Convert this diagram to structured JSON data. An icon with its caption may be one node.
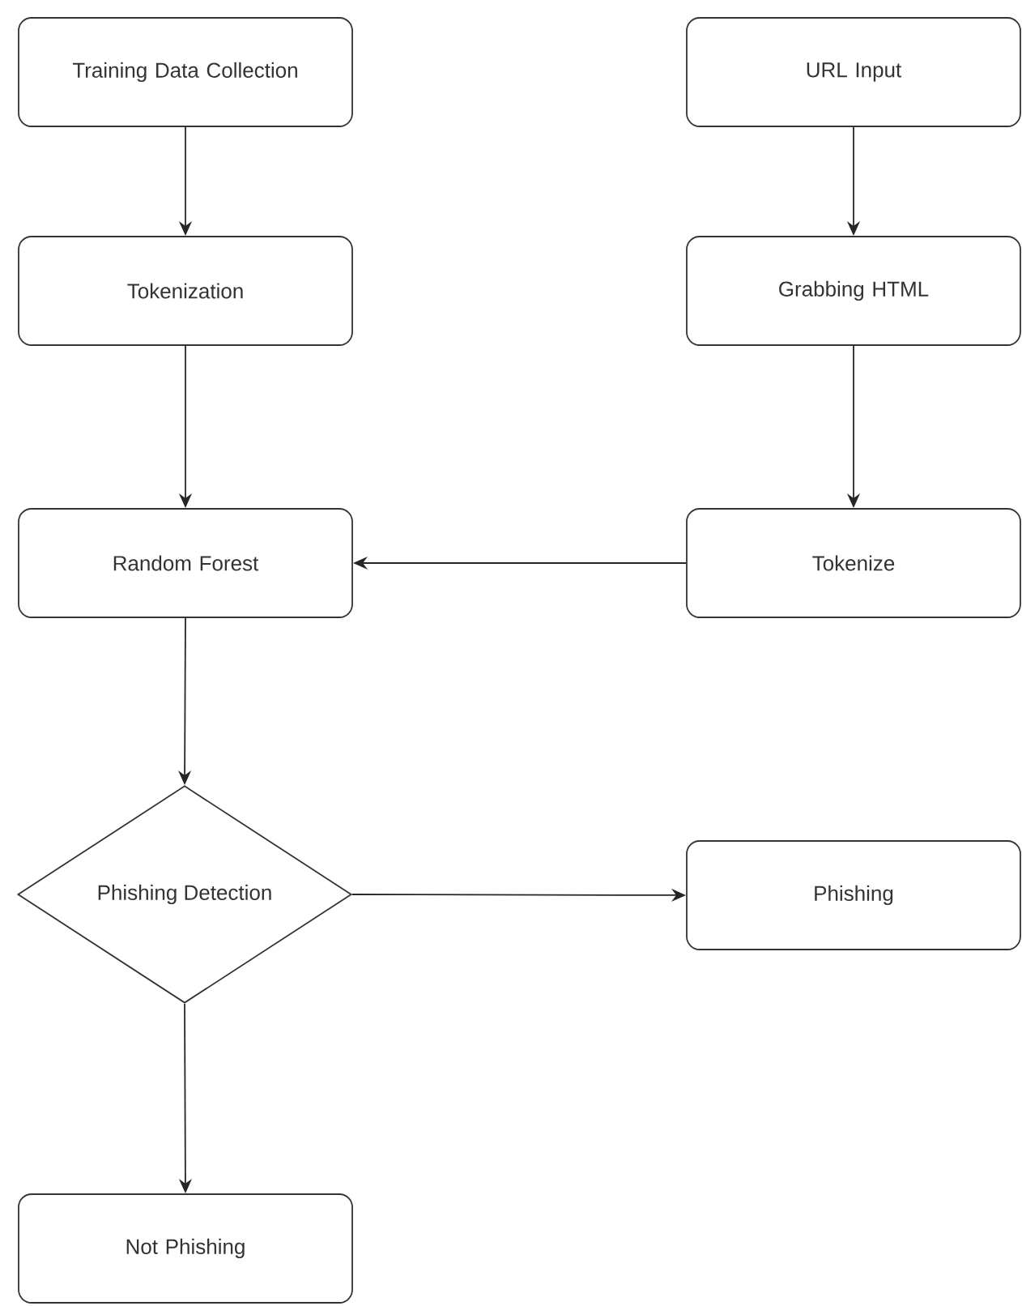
{
  "diagram": {
    "nodes": [
      {
        "text": [
          "Training Data Collection"
        ]
      },
      {
        "text": [
          "URL Input"
        ]
      },
      {
        "text": [
          "Tokenization"
        ]
      },
      {
        "text": [
          "Grabbing HTML"
        ]
      },
      {
        "text": [
          "Random Forest"
        ]
      },
      {
        "text": [
          "Tokenize"
        ]
      },
      {
        "text": [
          "Phishing Detection"
        ]
      },
      {
        "text": [
          "Phishing"
        ]
      },
      {
        "text": [
          "Not Phishing"
        ]
      }
    ],
    "edges": [
      {
        "from": 0,
        "to": 2,
        "arrow": "to"
      },
      {
        "from": 1,
        "to": 3,
        "arrow": "to"
      },
      {
        "from": 2,
        "to": 4,
        "arrow": "to"
      },
      {
        "from": 3,
        "to": 5,
        "arrow": "to"
      },
      {
        "from": 5,
        "to": 4,
        "arrow": "to"
      },
      {
        "from": 4,
        "to": 6,
        "arrow": "to"
      },
      {
        "from": 6,
        "to": 7,
        "arrow": "to"
      },
      {
        "from": 6,
        "to": 8,
        "arrow": "to"
      }
    ]
  }
}
